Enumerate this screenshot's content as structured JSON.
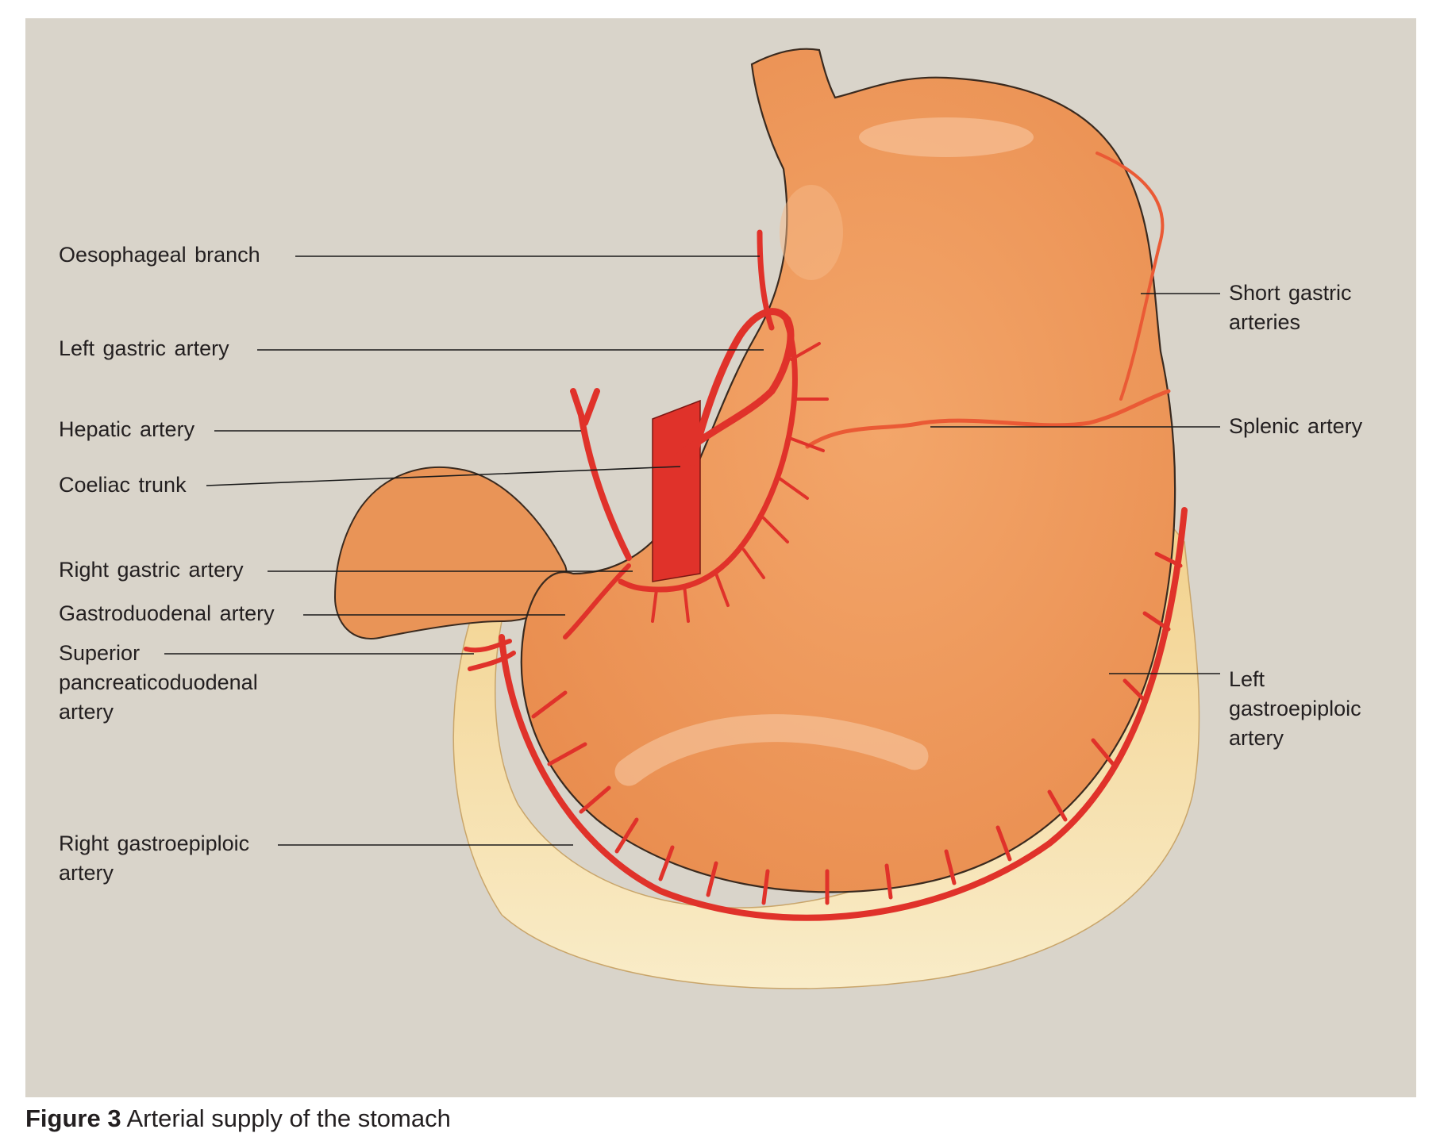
{
  "figure": {
    "caption_number": "Figure 3",
    "caption_text": " Arterial supply of the stomach"
  },
  "labels": {
    "oesophageal_branch": "Oesophageal  branch",
    "left_gastric_artery": "Left  gastric  artery",
    "hepatic_artery": "Hepatic  artery",
    "coeliac_trunk": "Coeliac  trunk",
    "right_gastric_artery": "Right  gastric  artery",
    "gastroduodenal_artery": "Gastroduodenal  artery",
    "superior_pancreaticoduodenal_artery": "Superior\npancreaticoduodenal\nartery",
    "right_gastroepiploic_artery": "Right  gastroepiploic\nartery",
    "short_gastric_arteries": "Short  gastric\narteries",
    "splenic_artery": "Splenic  artery",
    "left_gastroepiploic_artery": "Left\ngastroepiploic\nartery"
  },
  "colors": {
    "background": "#d9d4ca",
    "stomach": "#ee9a5c",
    "artery": "#e0322a",
    "omentum": "#f6dca0"
  }
}
